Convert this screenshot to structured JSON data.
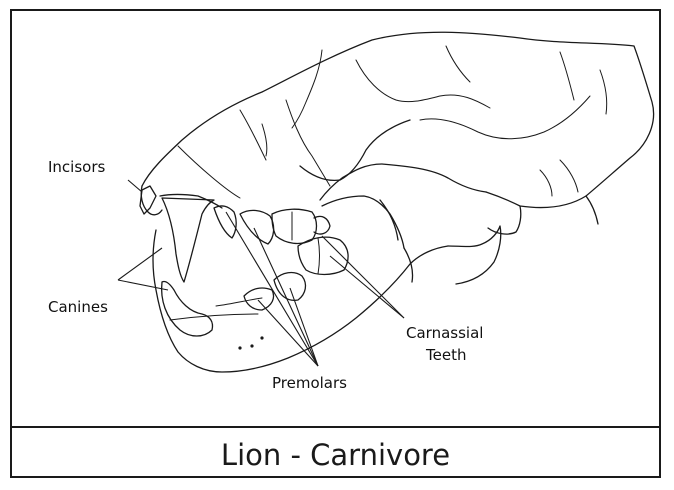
{
  "labels": {
    "incisors": "Incisors",
    "canines": "Canines",
    "carnassial_line1": "Carnassial",
    "carnassial_line2": "Teeth",
    "premolars": "Premolars"
  },
  "caption": "Lion - Carnivore"
}
